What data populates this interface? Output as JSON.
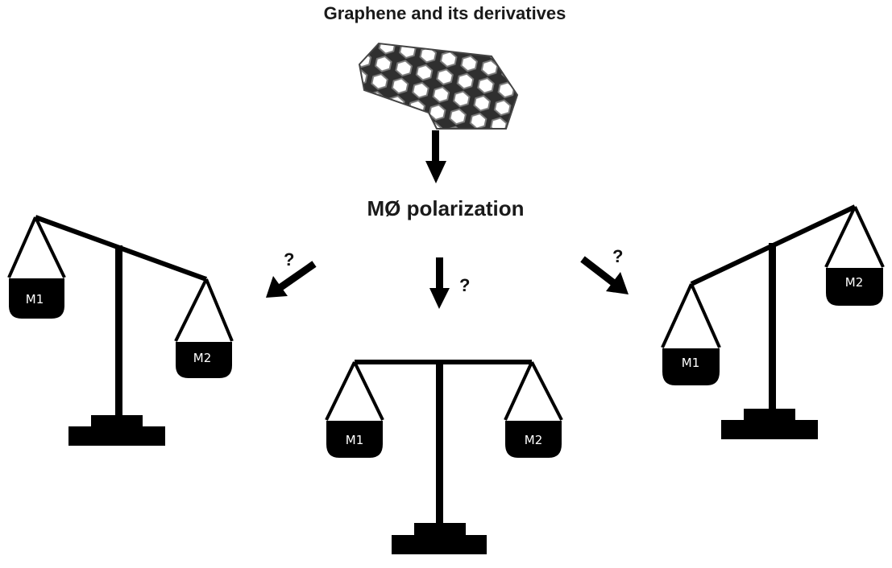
{
  "title": "Graphene and its derivatives",
  "middle_label": "MØ polarization",
  "question_mark": "?",
  "scales": [
    {
      "id": "left",
      "tilt": "M1 up, M2 down",
      "pan1_label": "M1",
      "pan2_label": "M2"
    },
    {
      "id": "center",
      "tilt": "balanced",
      "pan1_label": "M1",
      "pan2_label": "M2"
    },
    {
      "id": "right",
      "tilt": "M1 down, M2 up",
      "pan1_label": "M1",
      "pan2_label": "M2"
    }
  ],
  "colors": {
    "ink": "#000000",
    "graphene": "#3a3a3a",
    "text": "#1a1a1a"
  }
}
